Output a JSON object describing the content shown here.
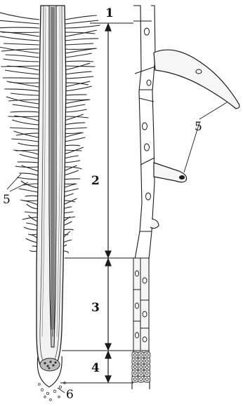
{
  "figure": {
    "labels": {
      "zone_1": "1",
      "zone_2": "2",
      "zone_3": "3",
      "zone_4": "4",
      "hair_left": "5",
      "hair_right": "5",
      "root_cap": "6"
    },
    "colors": {
      "ink": "#1a1a1a",
      "background": "#ffffff",
      "root_fill": "#f2f2f2",
      "stele_fill": "#cfcfcf",
      "cell_fill": "#f6f6f6"
    }
  }
}
